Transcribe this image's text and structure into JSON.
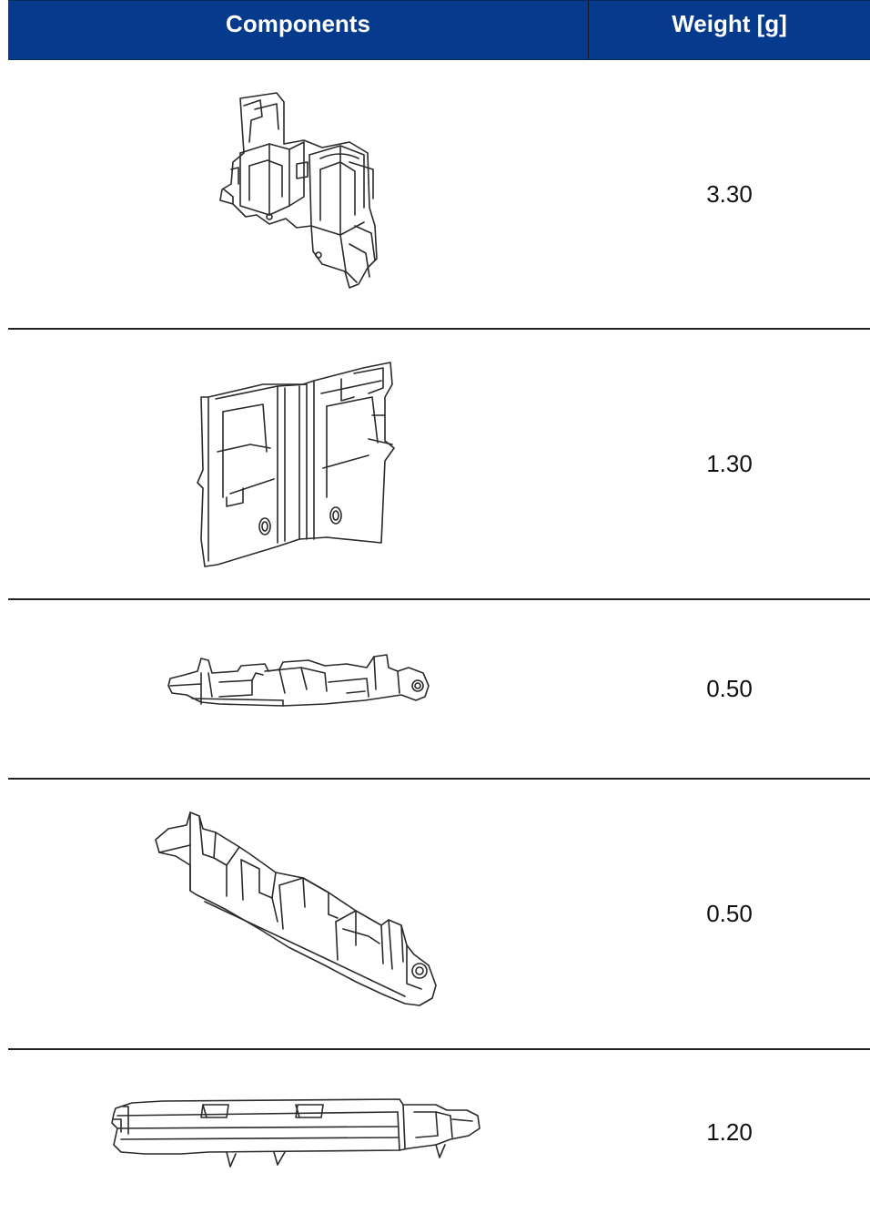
{
  "table": {
    "headers": {
      "components": "Components",
      "weight": "Weight [g]"
    },
    "rows": [
      {
        "component_icon": "double-bracket-clip-part-icon",
        "weight": "3.30"
      },
      {
        "component_icon": "flat-double-holder-plate-part-icon",
        "weight": "1.30"
      },
      {
        "component_icon": "small-rail-slider-part-icon",
        "weight": "0.50"
      },
      {
        "component_icon": "angled-rail-slider-part-icon",
        "weight": "0.50"
      },
      {
        "component_icon": "long-rail-with-windows-part-icon",
        "weight": "1.20"
      }
    ]
  }
}
